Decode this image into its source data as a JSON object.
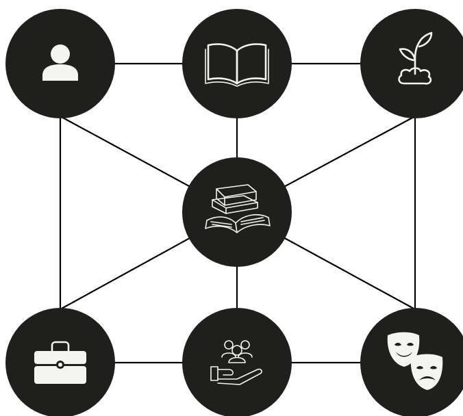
{
  "diagram": {
    "colors": {
      "node_fill": "#1f1f1d",
      "icon": "#f4f4f2",
      "edge": "#000000",
      "background": "#ffffff"
    },
    "nodes": [
      {
        "id": "person",
        "icon": "person-icon"
      },
      {
        "id": "book",
        "icon": "open-book-icon"
      },
      {
        "id": "plant",
        "icon": "sprout-icon"
      },
      {
        "id": "library",
        "icon": "books-stack-icon"
      },
      {
        "id": "work",
        "icon": "briefcase-icon"
      },
      {
        "id": "community",
        "icon": "hand-group-icon"
      },
      {
        "id": "theatre",
        "icon": "theatre-masks-icon"
      }
    ],
    "edges": [
      [
        "person",
        "book"
      ],
      [
        "book",
        "plant"
      ],
      [
        "person",
        "work"
      ],
      [
        "plant",
        "theatre"
      ],
      [
        "work",
        "community"
      ],
      [
        "community",
        "theatre"
      ],
      [
        "book",
        "library"
      ],
      [
        "library",
        "community"
      ],
      [
        "person",
        "library"
      ],
      [
        "plant",
        "library"
      ],
      [
        "work",
        "library"
      ],
      [
        "theatre",
        "library"
      ]
    ]
  }
}
